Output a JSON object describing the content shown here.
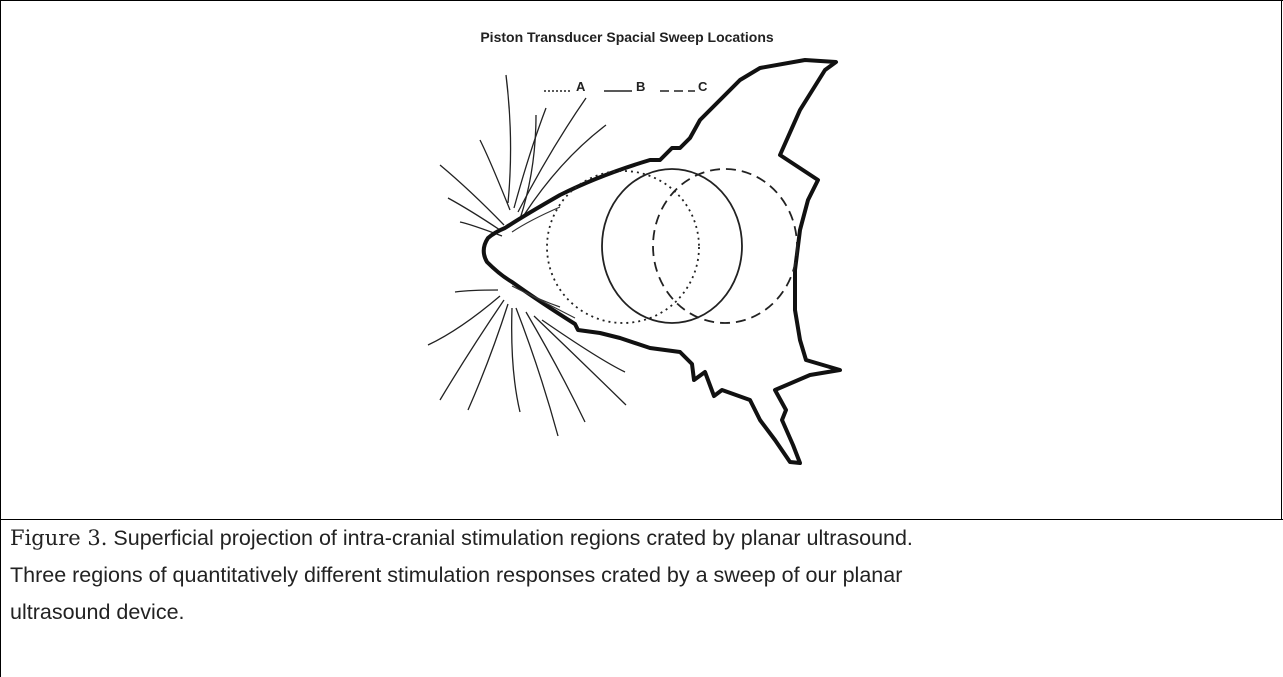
{
  "figure": {
    "title": "Piston Transducer Spacial Sweep Locations",
    "legend": [
      {
        "label": "A",
        "style": "dotted"
      },
      {
        "label": "B",
        "style": "solid"
      },
      {
        "label": "C",
        "style": "dashed"
      }
    ]
  },
  "caption": {
    "lead": "Figure 3.",
    "line1": " Superficial projection of intra-cranial stimulation regions crated by planar ultrasound.",
    "line2": "Three regions of quantitatively different stimulation responses crated by a sweep of our planar",
    "line3": "ultrasound device."
  }
}
